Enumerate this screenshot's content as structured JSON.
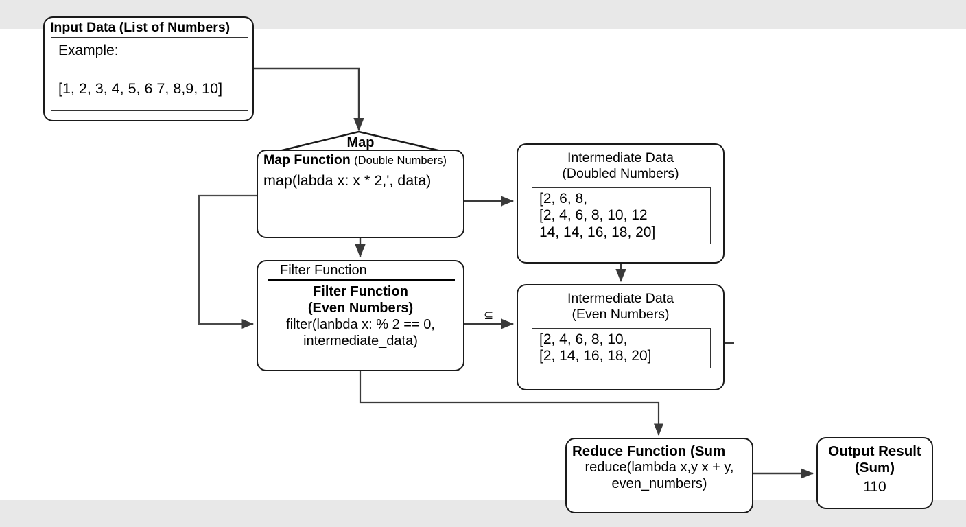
{
  "canvas": {
    "background": "#ffffff",
    "band_color": "#e8e8e8",
    "stroke_color": "#1a1a1a"
  },
  "nodes": {
    "input": {
      "title": "Input Data (List of Numbers)",
      "example_label": "Example:",
      "example_list": "[1, 2, 3, 4, 5, 6 7, 8,9, 10]"
    },
    "map": {
      "peak_label": "Map",
      "title_bold": "Map Function",
      "title_sub": "(Double Numbers)",
      "code": "map(labda x: x * 2,', data)"
    },
    "intermediate_doubled": {
      "head_line1": "Intermediate Data",
      "head_line2": "(Doubled Numbers)",
      "list_line1": "[2, 6, 8,",
      "list_line2": "[2, 4, 6, 8, 10, 12",
      "list_line3": "14, 14, 16, 18, 20]"
    },
    "filter": {
      "header": "Filter Function",
      "bold_line1": "Filter Function",
      "bold_line2": "(Even Numbers)",
      "code_line1": "filter(lanbda x:  % 2 == 0,",
      "code_line2": "intermediate_data)"
    },
    "intermediate_even": {
      "head_line1": "Intermediate Data",
      "head_line2": "(Εven Numbers)",
      "list_line1": "[2, 4, 6, 8, 10,",
      "list_line2": "[2, 14, 16, 18, 20]"
    },
    "reduce": {
      "title": "Reduce Function (Sum",
      "code_line1": "reduce(lambda x,y x + y,",
      "code_line2": "even_numbers)"
    },
    "output": {
      "title_line1": "Output Result",
      "title_line2": "(Sum)",
      "value": "110"
    }
  },
  "edges": {
    "filter_to_even_label": "⊆"
  }
}
